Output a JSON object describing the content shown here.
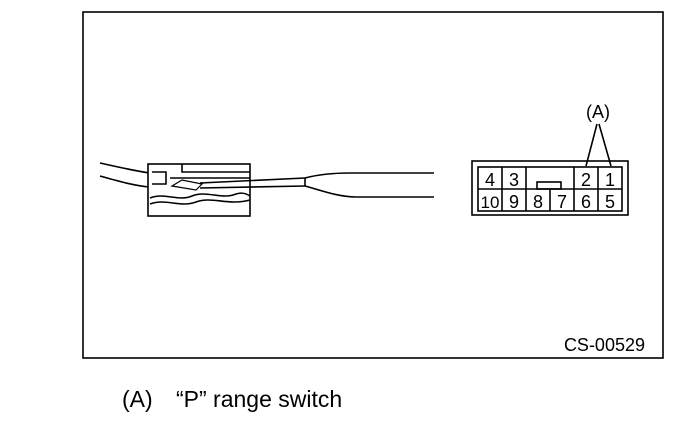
{
  "figure": {
    "code": "CS-00529",
    "callout_label": "(A)",
    "connector_pins": {
      "top_row": [
        "4",
        "3",
        "2",
        "1"
      ],
      "bottom_row": [
        "10",
        "9",
        "8",
        "7",
        "6",
        "5"
      ]
    }
  },
  "caption": {
    "label": "(A)",
    "text": "“P” range switch"
  }
}
